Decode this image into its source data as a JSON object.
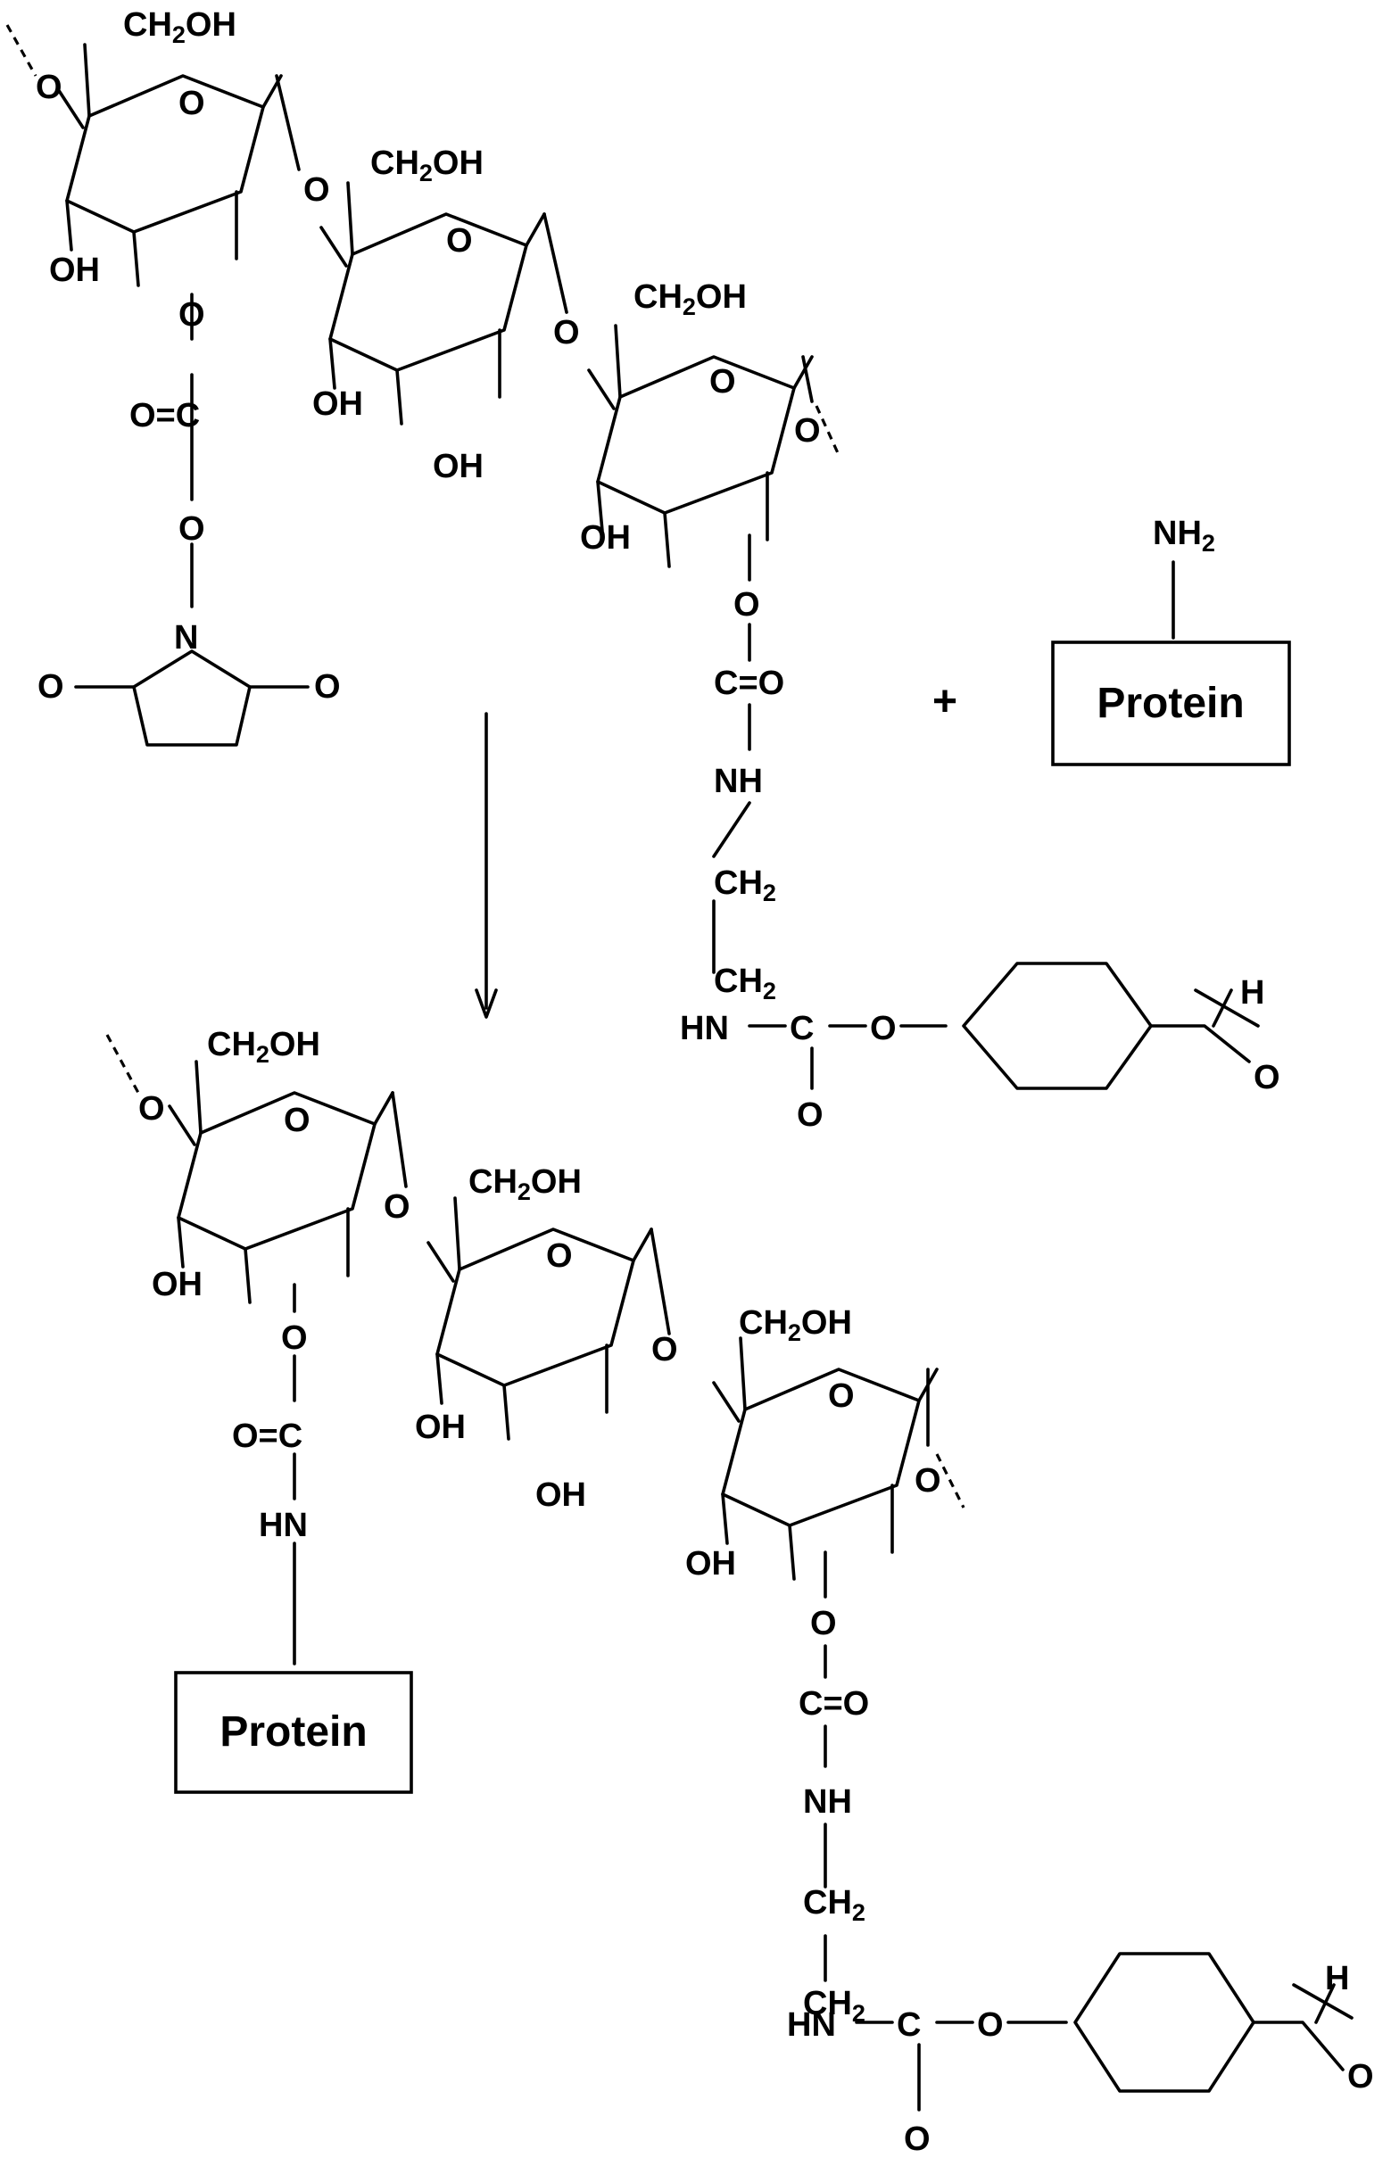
{
  "labels": {
    "ch2oh": "CH",
    "ch2oh_sub": "2",
    "ch2oh_tail": "OH",
    "o": "O",
    "oh": "OH",
    "oc_left": "O=C",
    "c_right": "C=O",
    "n": "N",
    "nh": "NH",
    "hn": "HN",
    "ch2": "CH",
    "ch2_sub": "2",
    "c": "C",
    "h": "H",
    "nh2": "NH",
    "nh2_sub": "2",
    "plus": "+",
    "protein": "Protein"
  },
  "colors": {
    "ink": "#000000",
    "background": "#ffffff"
  }
}
